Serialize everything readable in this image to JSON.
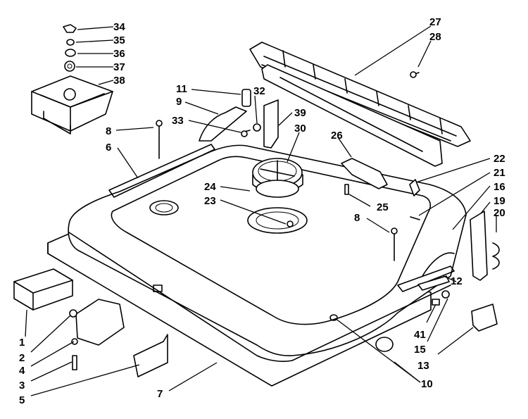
{
  "callouts": [
    {
      "id": "c1",
      "label": "1"
    },
    {
      "id": "c2",
      "label": "2"
    },
    {
      "id": "c3",
      "label": "3"
    },
    {
      "id": "c4",
      "label": "4"
    },
    {
      "id": "c5",
      "label": "5"
    },
    {
      "id": "c6",
      "label": "6"
    },
    {
      "id": "c7",
      "label": "7"
    },
    {
      "id": "c8a",
      "label": "8"
    },
    {
      "id": "c8b",
      "label": "8"
    },
    {
      "id": "c9",
      "label": "9"
    },
    {
      "id": "c10",
      "label": "10"
    },
    {
      "id": "c11",
      "label": "11"
    },
    {
      "id": "c12",
      "label": "12"
    },
    {
      "id": "c13",
      "label": "13"
    },
    {
      "id": "c15",
      "label": "15"
    },
    {
      "id": "c16",
      "label": "16"
    },
    {
      "id": "c19",
      "label": "19"
    },
    {
      "id": "c20",
      "label": "20"
    },
    {
      "id": "c21",
      "label": "21"
    },
    {
      "id": "c22",
      "label": "22"
    },
    {
      "id": "c23",
      "label": "23"
    },
    {
      "id": "c24",
      "label": "24"
    },
    {
      "id": "c25",
      "label": "25"
    },
    {
      "id": "c26",
      "label": "26"
    },
    {
      "id": "c27",
      "label": "27"
    },
    {
      "id": "c28",
      "label": "28"
    },
    {
      "id": "c30",
      "label": "30"
    },
    {
      "id": "c32",
      "label": "32"
    },
    {
      "id": "c33",
      "label": "33"
    },
    {
      "id": "c34",
      "label": "34"
    },
    {
      "id": "c35",
      "label": "35"
    },
    {
      "id": "c36",
      "label": "36"
    },
    {
      "id": "c37",
      "label": "37"
    },
    {
      "id": "c38",
      "label": "38"
    },
    {
      "id": "c39",
      "label": "39"
    },
    {
      "id": "c41",
      "label": "41"
    }
  ]
}
